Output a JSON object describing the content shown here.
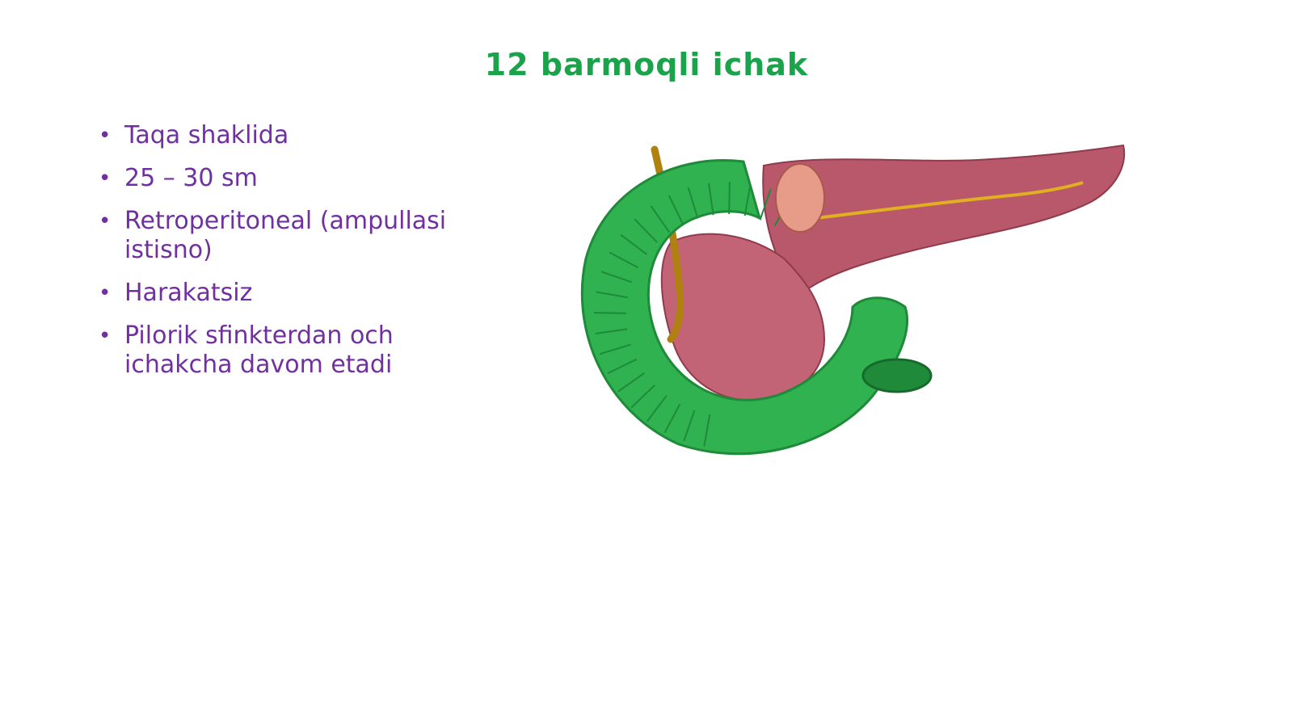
{
  "slide": {
    "title": "12 barmoqli ichak",
    "bullets": [
      "Taqa shaklida",
      "25 – 30 sm",
      "Retroperitoneal (ampullasi istisno)",
      "Harakatsiz",
      "Pilorik sfinkterdan och ichakcha davom etadi"
    ]
  },
  "colors": {
    "title": "#1aa34a",
    "bullet_text": "#7030a0",
    "duodenum": "#2fb24f",
    "duodenum_dark": "#1f8a3a",
    "pancreas": "#b8586a",
    "pancreas_light": "#d58a98",
    "duct": "#e0b020",
    "bile_duct": "#b08010"
  },
  "illustration": {
    "icon": "duodenum-pancreas-illustration"
  }
}
